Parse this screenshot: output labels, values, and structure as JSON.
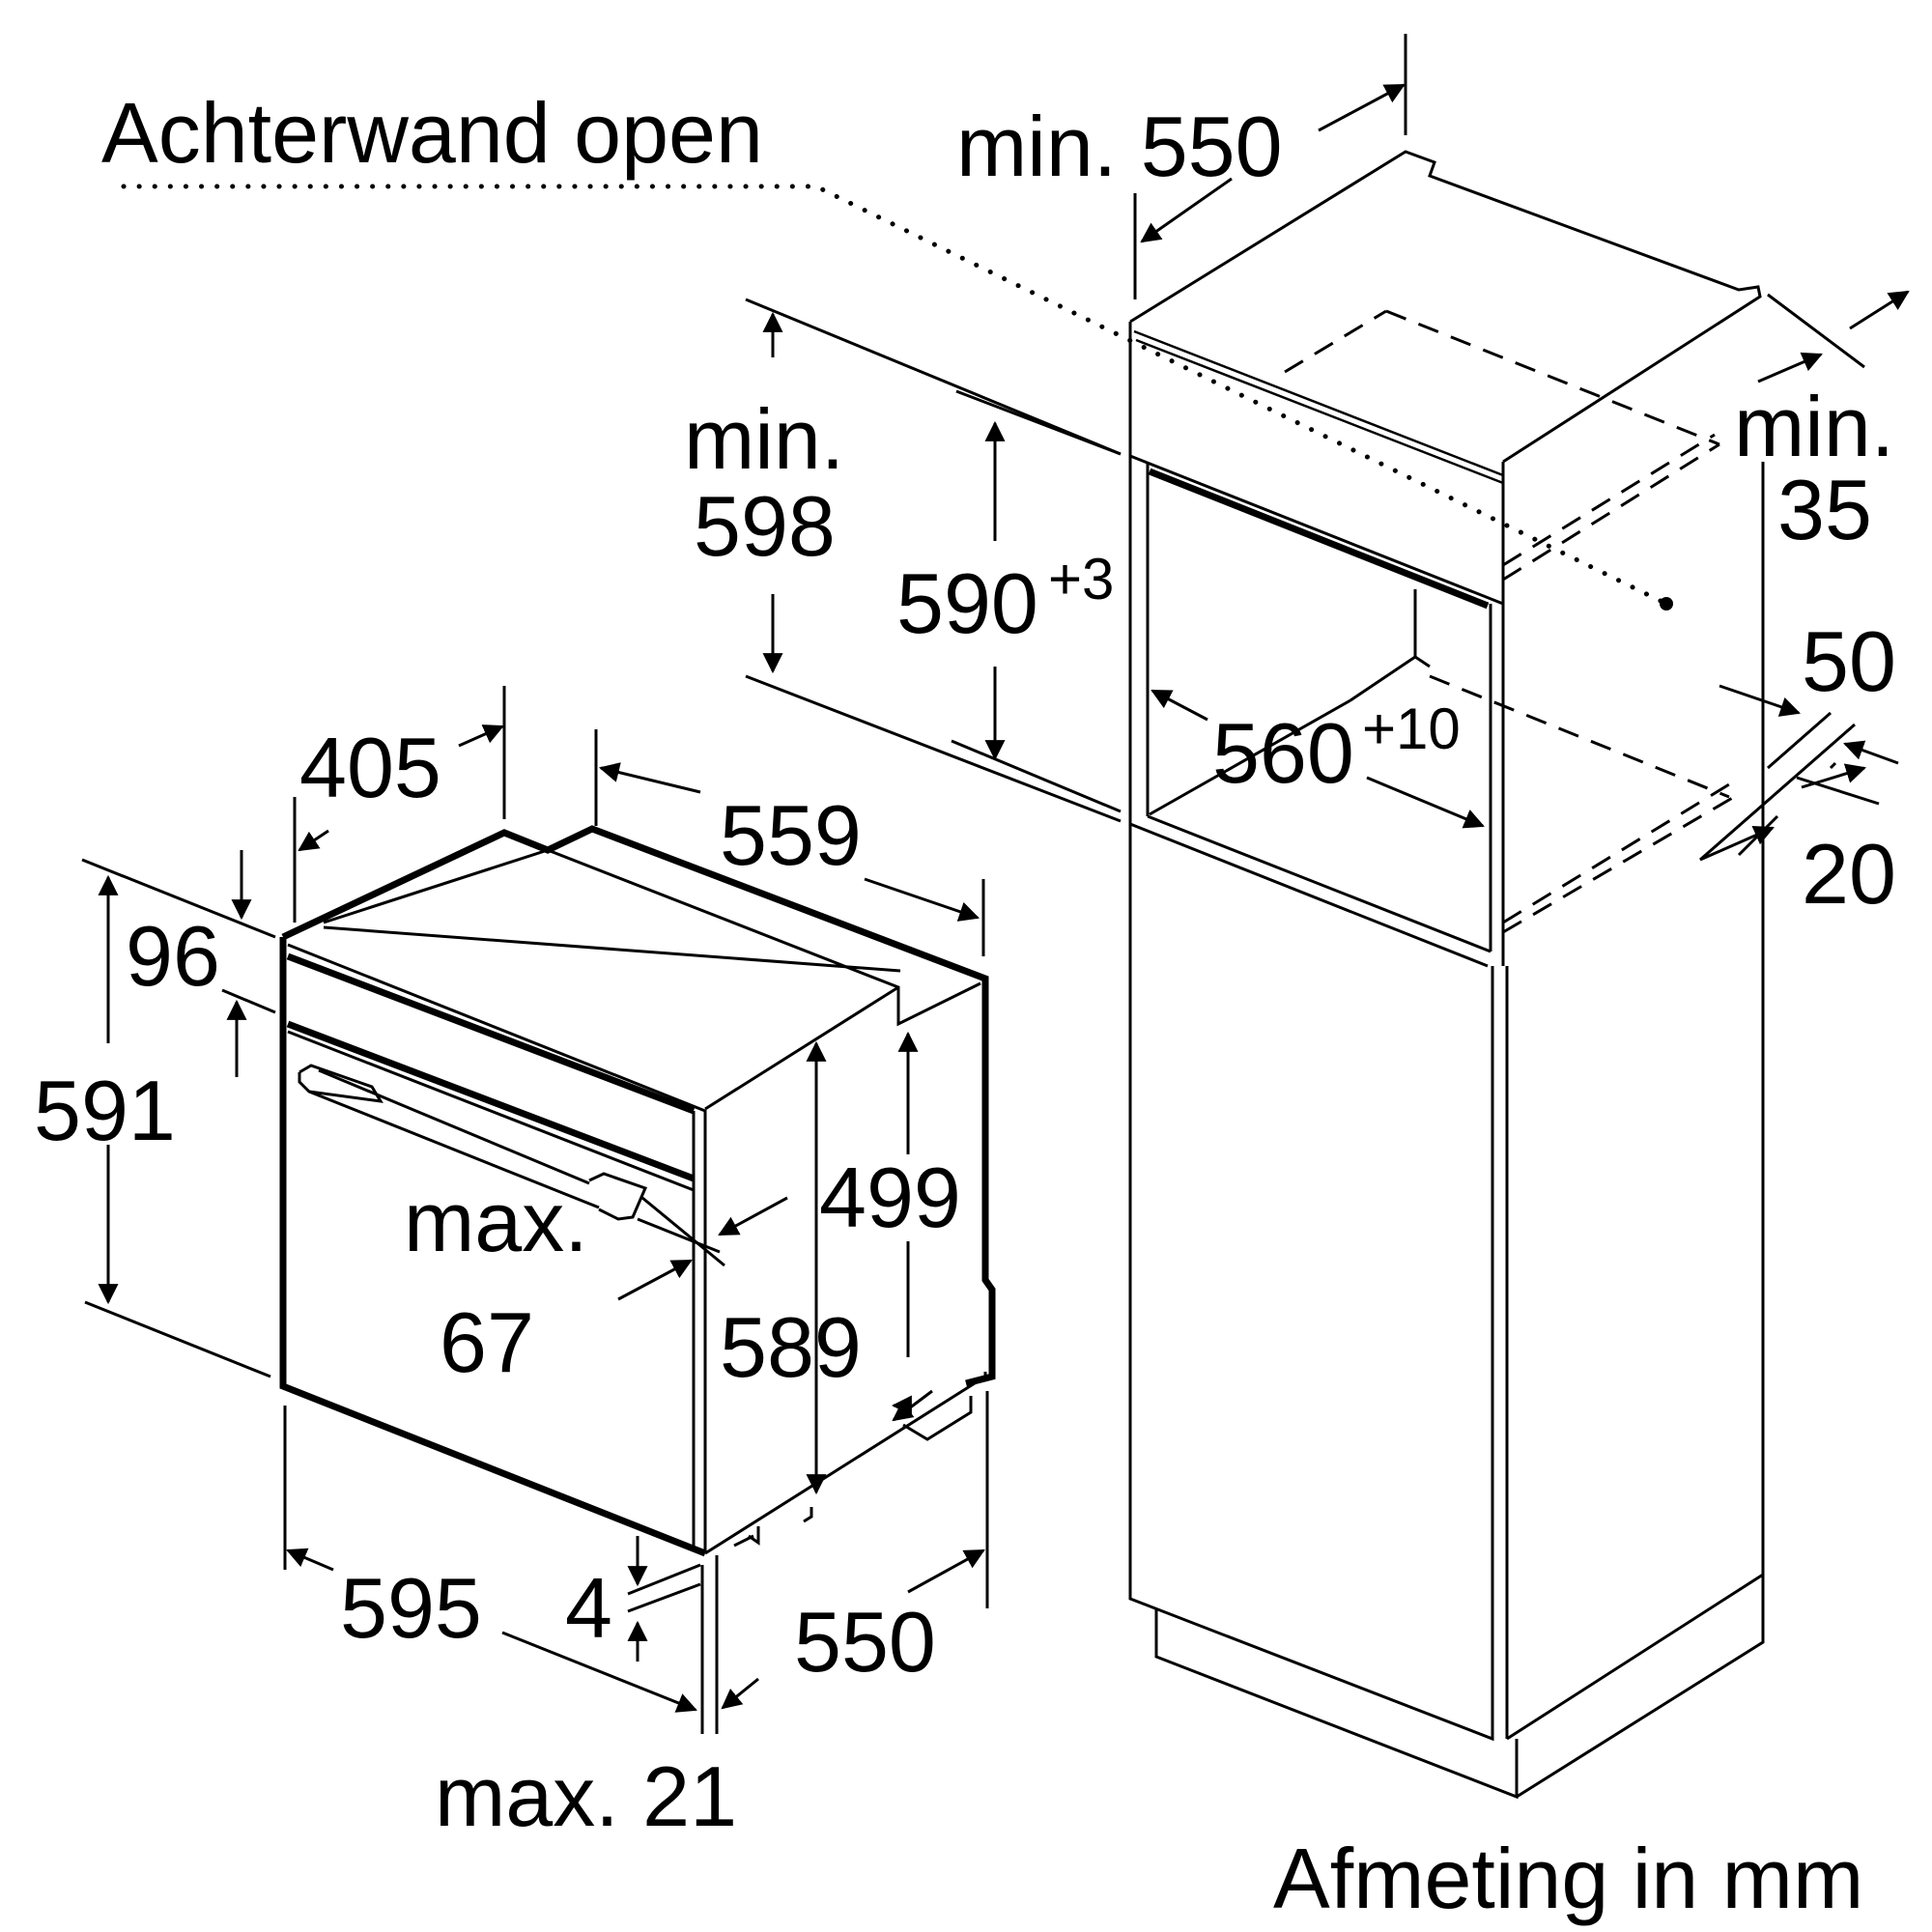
{
  "title": "Achterwand open",
  "unit_note": "Afmeting in mm",
  "cabinet": {
    "min_550": "min. 550",
    "min": "min.",
    "v598": "598",
    "v590": "590",
    "sup_590": "+3",
    "v560": "560",
    "sup_560": "+10",
    "v35": "35",
    "v50": "50",
    "v20": "20"
  },
  "oven": {
    "v405": "405",
    "v559": "559",
    "v96": "96",
    "v591": "591",
    "v499": "499",
    "max": "max.",
    "v67": "67",
    "v589": "589",
    "v595": "595",
    "v4": "4",
    "v550": "550",
    "max21": "max. 21"
  }
}
